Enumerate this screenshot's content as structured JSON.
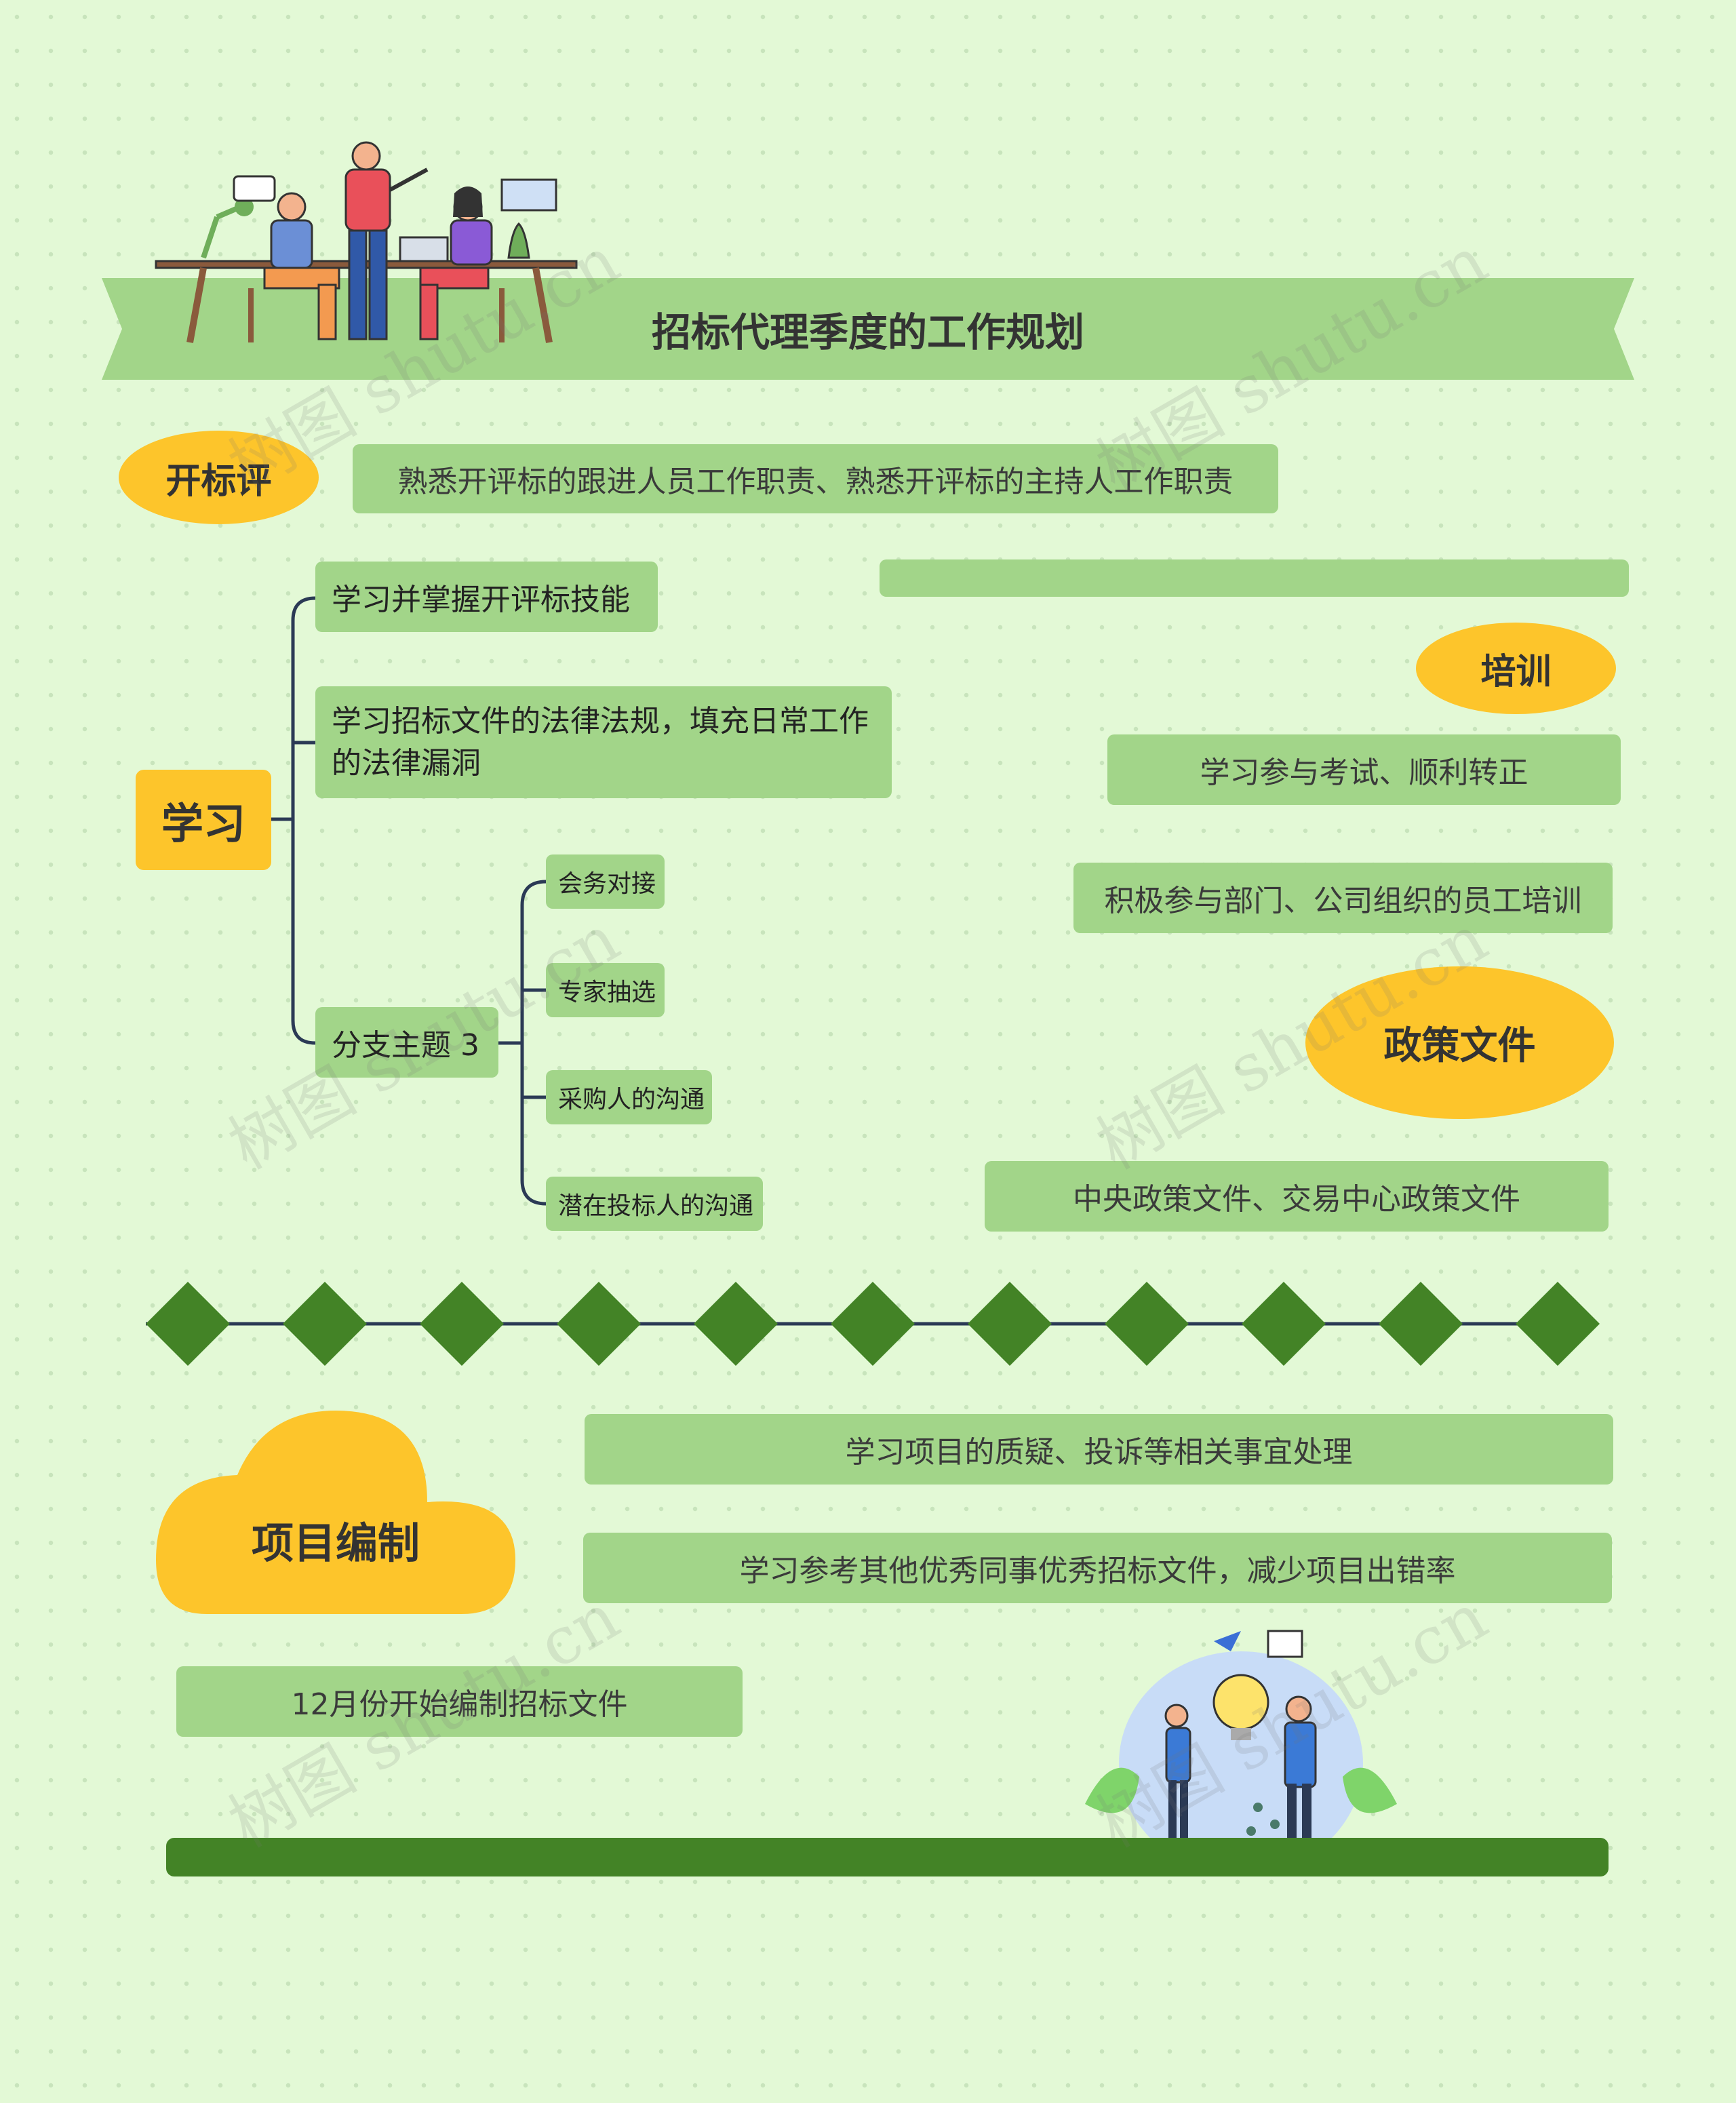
{
  "title": "招标代理季度的工作规划",
  "sections": {
    "kaibiaoping": {
      "label": "开标评",
      "text": "熟悉开评标的跟进人员工作职责、熟悉开评标的主持人工作职责"
    },
    "xuexi": {
      "label": "学习",
      "items": [
        "学习并掌握开评标技能",
        "学习招标文件的法律法规，填充日常工作的法律漏洞"
      ],
      "branch": {
        "label": "分支主题 3",
        "children": [
          "会务对接",
          "专家抽选",
          "采购人的沟通",
          "潜在投标人的沟通"
        ]
      }
    },
    "peixun": {
      "label": "培训",
      "items": [
        "学习参与考试、顺利转正",
        "积极参与部门、公司组织的员工培训"
      ]
    },
    "zhengce": {
      "label": "政策文件",
      "items": [
        "中央政策文件、交易中心政策文件"
      ]
    },
    "xiangmu": {
      "label": "项目编制",
      "items": [
        "学习项目的质疑、投诉等相关事宜处理",
        "学习参考其他优秀同事优秀招标文件，减少项目出错率",
        "12月份开始编制招标文件"
      ]
    }
  },
  "watermark": "树图 shutu.cn",
  "colors": {
    "background": "#e3f9d6",
    "box": "#a2d589",
    "accent": "#fdc52b",
    "dark_green": "#438326",
    "line": "#2b3a55"
  }
}
